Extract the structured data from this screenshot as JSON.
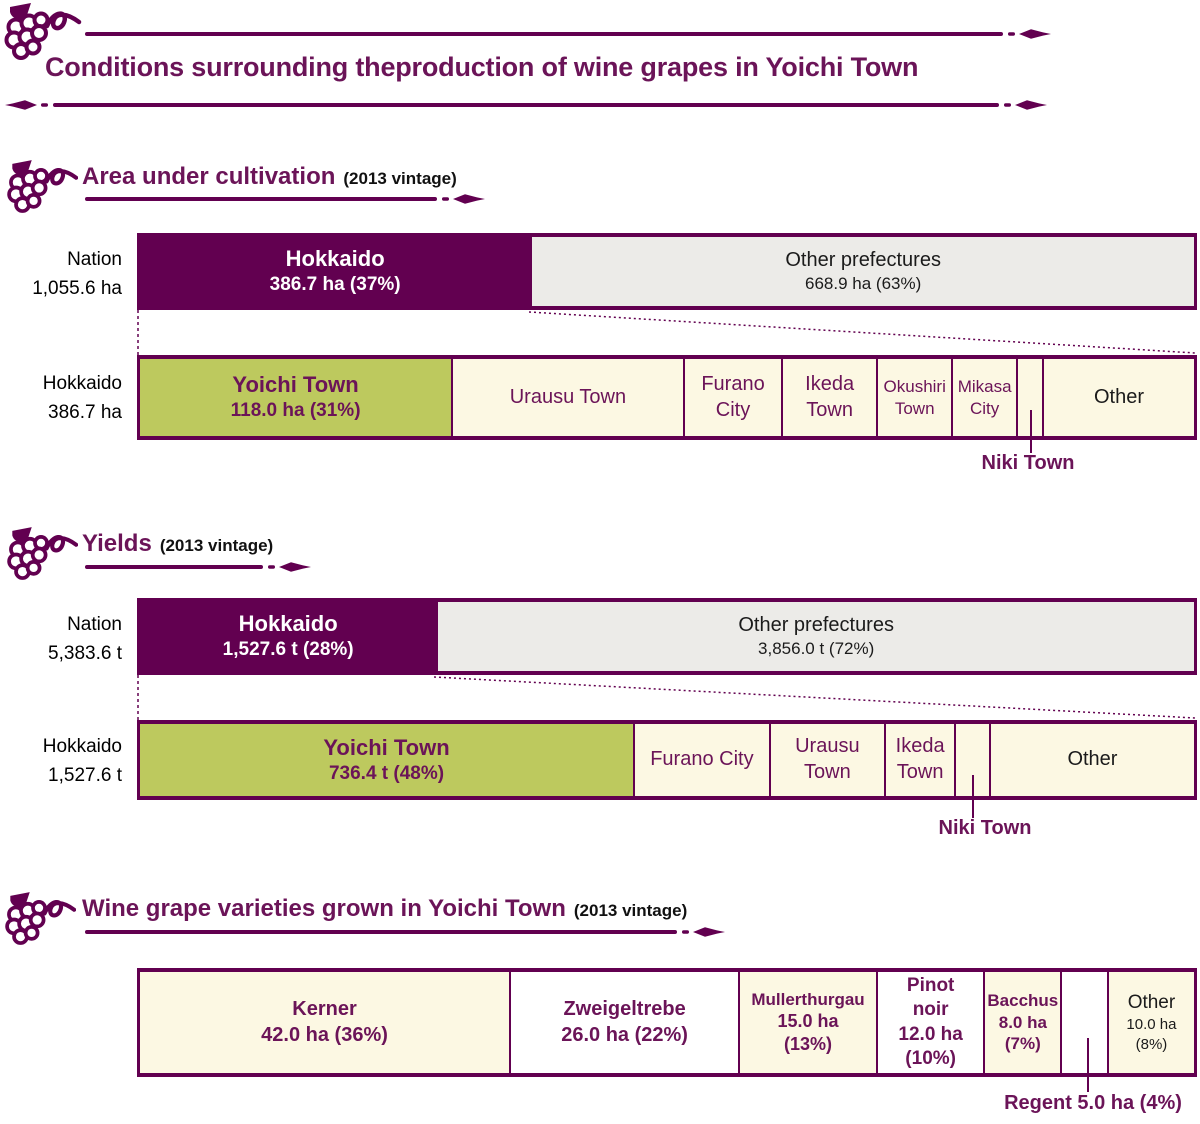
{
  "page": {
    "title": "Conditions surrounding theproduction of wine grapes in Yoichi Town"
  },
  "colors": {
    "purple": "#620050",
    "purple_text": "#6b1458",
    "green": "#bdc95e",
    "cream": "#fcf8e3",
    "gray": "#ecebe8",
    "white": "#ffffff",
    "black": "#1b1b1b"
  },
  "chart_data": [
    {
      "id": "area",
      "type": "bar",
      "title": "Area under cultivation",
      "vintage_note": "(2013 vintage)",
      "unit": "ha",
      "callout": {
        "text": "Niki Town"
      },
      "rows": [
        {
          "name": "nation",
          "axis": [
            "Nation",
            "1,055.6 ha"
          ],
          "total": 1055.6,
          "segments": [
            {
              "name": "hokkaido",
              "value": 386.7,
              "pct": 37,
              "width": 37,
              "bg": "purple",
              "fg": "white",
              "bold": true,
              "lines": [
                "Hokkaido",
                "386.7 ha (37%)"
              ],
              "sizes": [
                22,
                19
              ]
            },
            {
              "name": "other-prefectures",
              "value": 668.9,
              "pct": 63,
              "width": 63,
              "bg": "gray",
              "fg": "black",
              "bold": false,
              "lines": [
                "Other prefectures",
                "668.9 ha (63%)"
              ],
              "sizes": [
                20,
                17
              ]
            }
          ]
        },
        {
          "name": "hokkaido",
          "axis": [
            "Hokkaido",
            "386.7 ha"
          ],
          "total": 386.7,
          "segments": [
            {
              "name": "yoichi-town",
              "value": 118.0,
              "pct": 31,
              "width": 30.5,
              "bg": "green",
              "fg": "purple",
              "bold": true,
              "lines": [
                "Yoichi Town",
                "118.0 ha (31%)"
              ],
              "sizes": [
                22,
                19
              ]
            },
            {
              "name": "urausu-town",
              "width": 22.4,
              "bg": "cream",
              "fg": "purple",
              "bold": false,
              "lines": [
                "Urausu Town"
              ],
              "sizes": [
                20
              ]
            },
            {
              "name": "furano-city",
              "width": 9.2,
              "bg": "cream",
              "fg": "purple",
              "bold": false,
              "lines": [
                "Furano City"
              ],
              "sizes": [
                20
              ]
            },
            {
              "name": "ikeda-town",
              "width": 8.8,
              "bg": "cream",
              "fg": "purple",
              "bold": false,
              "lines": [
                "Ikeda Town"
              ],
              "sizes": [
                20
              ]
            },
            {
              "name": "okushiri-town",
              "width": 6.9,
              "bg": "cream",
              "fg": "purple",
              "bold": false,
              "lines": [
                "Okushiri Town"
              ],
              "sizes": [
                17
              ]
            },
            {
              "name": "mikasa-city",
              "width": 5.8,
              "bg": "cream",
              "fg": "purple",
              "bold": false,
              "lines": [
                "Mikasa City"
              ],
              "sizes": [
                17
              ]
            },
            {
              "name": "niki-town",
              "width": 2.0,
              "bg": "cream",
              "callout": true,
              "lines": []
            },
            {
              "name": "other",
              "width": 14.5,
              "bg": "cream",
              "fg": "black",
              "bold": false,
              "lines": [
                "Other"
              ],
              "sizes": [
                20
              ]
            }
          ]
        }
      ]
    },
    {
      "id": "yields",
      "type": "bar",
      "title": "Yields",
      "vintage_note": "(2013 vintage)",
      "unit": "t",
      "callout": {
        "text": "Niki Town"
      },
      "rows": [
        {
          "name": "nation",
          "axis": [
            "Nation",
            "5,383.6 t"
          ],
          "total": 5383.6,
          "segments": [
            {
              "name": "hokkaido",
              "value": 1527.6,
              "pct": 28,
              "width": 28,
              "bg": "purple",
              "fg": "white",
              "bold": true,
              "lines": [
                "Hokkaido",
                "1,527.6 t (28%)"
              ],
              "sizes": [
                22,
                19
              ]
            },
            {
              "name": "other-prefectures",
              "value": 3856.0,
              "pct": 72,
              "width": 72,
              "bg": "gray",
              "fg": "black",
              "bold": false,
              "lines": [
                "Other prefectures",
                "3,856.0 t (72%)"
              ],
              "sizes": [
                20,
                17
              ]
            }
          ]
        },
        {
          "name": "hokkaido",
          "axis": [
            "Hokkaido",
            "1,527.6 t"
          ],
          "total": 1527.6,
          "segments": [
            {
              "name": "yoichi-town",
              "value": 736.4,
              "pct": 48,
              "width": 47.9,
              "bg": "green",
              "fg": "purple",
              "bold": true,
              "lines": [
                "Yoichi Town",
                "736.4 t (48%)"
              ],
              "sizes": [
                22,
                19
              ]
            },
            {
              "name": "furano-city",
              "width": 12.7,
              "bg": "cream",
              "fg": "purple",
              "bold": false,
              "lines": [
                "Furano City"
              ],
              "sizes": [
                20
              ]
            },
            {
              "name": "urausu-town",
              "width": 10.7,
              "bg": "cream",
              "fg": "purple",
              "bold": false,
              "lines": [
                "Urausu Town"
              ],
              "sizes": [
                20
              ]
            },
            {
              "name": "ikeda-town",
              "width": 6.3,
              "bg": "cream",
              "fg": "purple",
              "bold": false,
              "lines": [
                "Ikeda Town"
              ],
              "sizes": [
                20
              ]
            },
            {
              "name": "niki-town",
              "width": 2.8,
              "bg": "cream",
              "callout": true,
              "lines": []
            },
            {
              "name": "other",
              "width": 19.5,
              "bg": "cream",
              "fg": "black",
              "bold": false,
              "lines": [
                "Other"
              ],
              "sizes": [
                20
              ]
            }
          ]
        }
      ]
    },
    {
      "id": "varieties",
      "type": "bar",
      "title": "Wine grape varieties grown in Yoichi Town",
      "vintage_note": "(2013 vintage)",
      "unit": "ha",
      "callout": {
        "text": "Regent 5.0 ha (4%)"
      },
      "rows": [
        {
          "name": "varieties",
          "axis": null,
          "segments": [
            {
              "name": "kerner",
              "value": 42.0,
              "pct": 36,
              "width": 36,
              "bg": "cream",
              "fg": "purple",
              "bold": true,
              "lines": [
                "Kerner",
                "42.0 ha (36%)"
              ],
              "sizes": [
                20,
                20
              ]
            },
            {
              "name": "zweigeltrebe",
              "value": 26.0,
              "pct": 22,
              "width": 22,
              "bg": "white",
              "fg": "purple",
              "bold": true,
              "lines": [
                "Zweigeltrebe",
                "26.0 ha (22%)"
              ],
              "sizes": [
                20,
                20
              ]
            },
            {
              "name": "mullerthurgau",
              "value": 15.0,
              "pct": 13,
              "width": 13,
              "bg": "cream",
              "fg": "purple",
              "bold": true,
              "lines": [
                "Mullerthurgau",
                "15.0 ha",
                "(13%)"
              ],
              "sizes": [
                17,
                18,
                18
              ]
            },
            {
              "name": "pinot-noir",
              "value": 12.0,
              "pct": 10,
              "width": 10,
              "bg": "white",
              "fg": "purple",
              "bold": true,
              "lines": [
                "Pinot",
                "noir",
                "12.0 ha",
                "(10%)"
              ],
              "sizes": [
                19,
                19,
                19,
                19
              ]
            },
            {
              "name": "bacchus",
              "value": 8.0,
              "pct": 7,
              "width": 7,
              "bg": "cream",
              "fg": "purple",
              "bold": true,
              "lines": [
                "Bacchus",
                "8.0 ha",
                "(7%)"
              ],
              "sizes": [
                17,
                17,
                17
              ]
            },
            {
              "name": "regent",
              "value": 5.0,
              "pct": 4,
              "width": 4,
              "bg": "white",
              "callout": true,
              "lines": []
            },
            {
              "name": "other",
              "value": 10.0,
              "pct": 8,
              "width": 8,
              "bg": "cream",
              "fg": "black",
              "bold": false,
              "lines": [
                "Other",
                "10.0 ha",
                "(8%)"
              ],
              "sizes": [
                19,
                15,
                15
              ]
            }
          ]
        }
      ]
    }
  ]
}
